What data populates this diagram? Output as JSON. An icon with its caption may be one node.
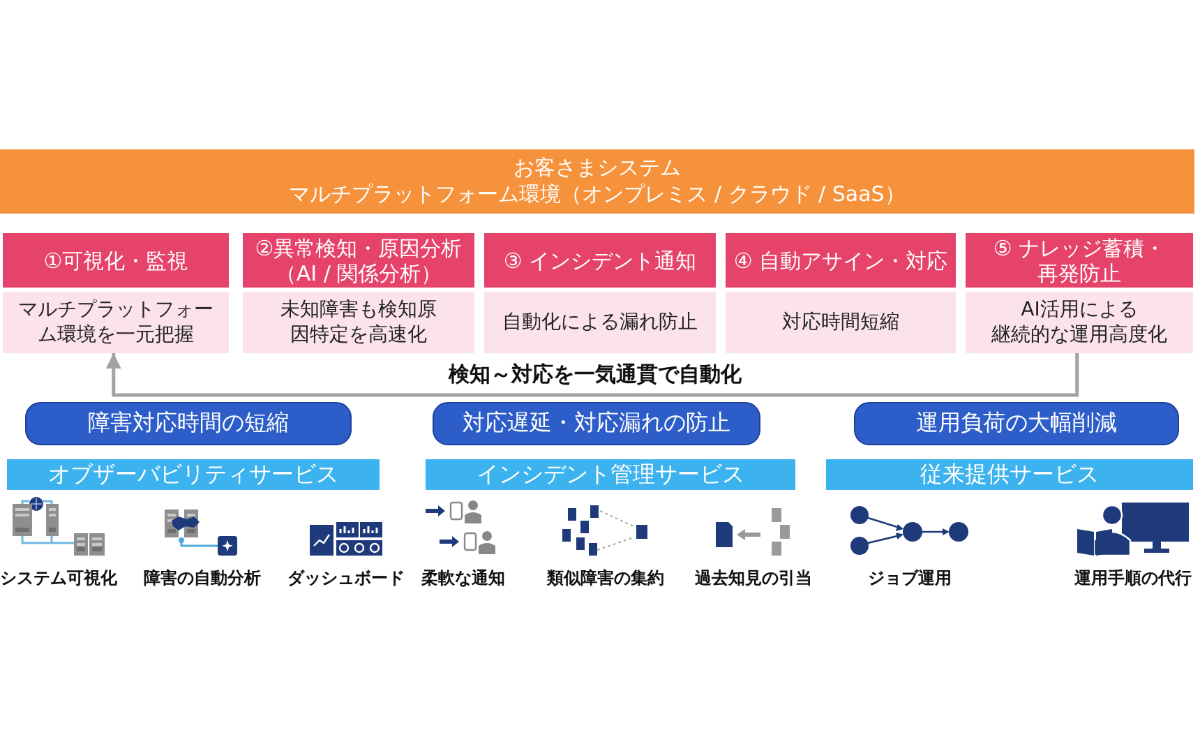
{
  "diagram": {
    "nodes": [
      {
        "text": [
          "お客さまシステム",
          "マルチプラットフォーム環境（オンプレミス / クラウド / SaaS）"
        ]
      },
      {
        "text": [
          "①可視化・監視",
          "マルチプラットフォーム環境を一元把握"
        ]
      },
      {
        "text": [
          "②異常検知・原因分析（AI / 関係分析）",
          "未知障害も検知原因特定を高速化"
        ]
      },
      {
        "text": [
          "③ インシデント通知",
          "自動化による漏れ防止"
        ]
      },
      {
        "text": [
          "④ 自動アサイン・対応",
          "対応時間短縮"
        ]
      },
      {
        "text": [
          "⑤ ナレッジ蓄積・再発防止",
          "AI活用による継続的な運用高度化"
        ]
      },
      {
        "text": [
          "障害対応時間の短縮"
        ]
      },
      {
        "text": [
          "対応遅延・対応漏れの防止"
        ]
      },
      {
        "text": [
          "運用負荷の大幅削減"
        ]
      },
      {
        "text": [
          "オブザーバビリティサービス"
        ]
      },
      {
        "text": [
          "インシデント管理サービス"
        ]
      },
      {
        "text": [
          "従来提供サービス"
        ]
      }
    ],
    "edges": [
      {
        "from": 5,
        "to": 1,
        "arrow": "to",
        "label": "検知～対応を一気通貫で自動化"
      }
    ],
    "labels": [
      "システム可視化",
      "障害の自動分析",
      "ダッシュボード",
      "柔軟な通知",
      "類似障害の集約",
      "過去知見の引当",
      "ジョブ運用",
      "運用手順の代行"
    ]
  }
}
